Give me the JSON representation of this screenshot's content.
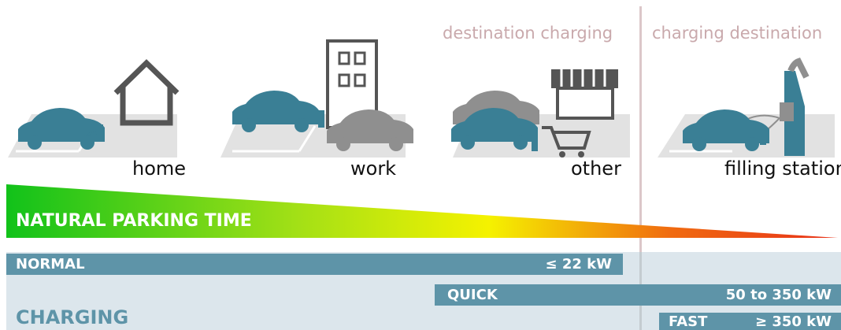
{
  "headers": {
    "destination_charging": "destination charging",
    "charging_destination": "charging destination"
  },
  "locations": {
    "home": "home",
    "work": "work",
    "other": "other",
    "filling_station": "filling station"
  },
  "parking_time": {
    "label": "NATURAL PARKING TIME"
  },
  "charging": {
    "label": "CHARGING",
    "normal": {
      "name": "NORMAL",
      "power": "≤ 22 kW"
    },
    "quick": {
      "name": "QUICK",
      "power": "50 to 350 kW"
    },
    "fast": {
      "name": "FAST",
      "power": "≥ 350 kW"
    }
  },
  "colors": {
    "car": "#3a7f95",
    "car_secondary": "#8f8f8f",
    "ground": "#e2e2e2",
    "bar": "#5e94a8",
    "panel": "#dce6ec",
    "divider": "#dcc7c9",
    "gradient": [
      "#11c21a",
      "#a3e016",
      "#f5f200",
      "#f06a10",
      "#e8321a"
    ]
  }
}
